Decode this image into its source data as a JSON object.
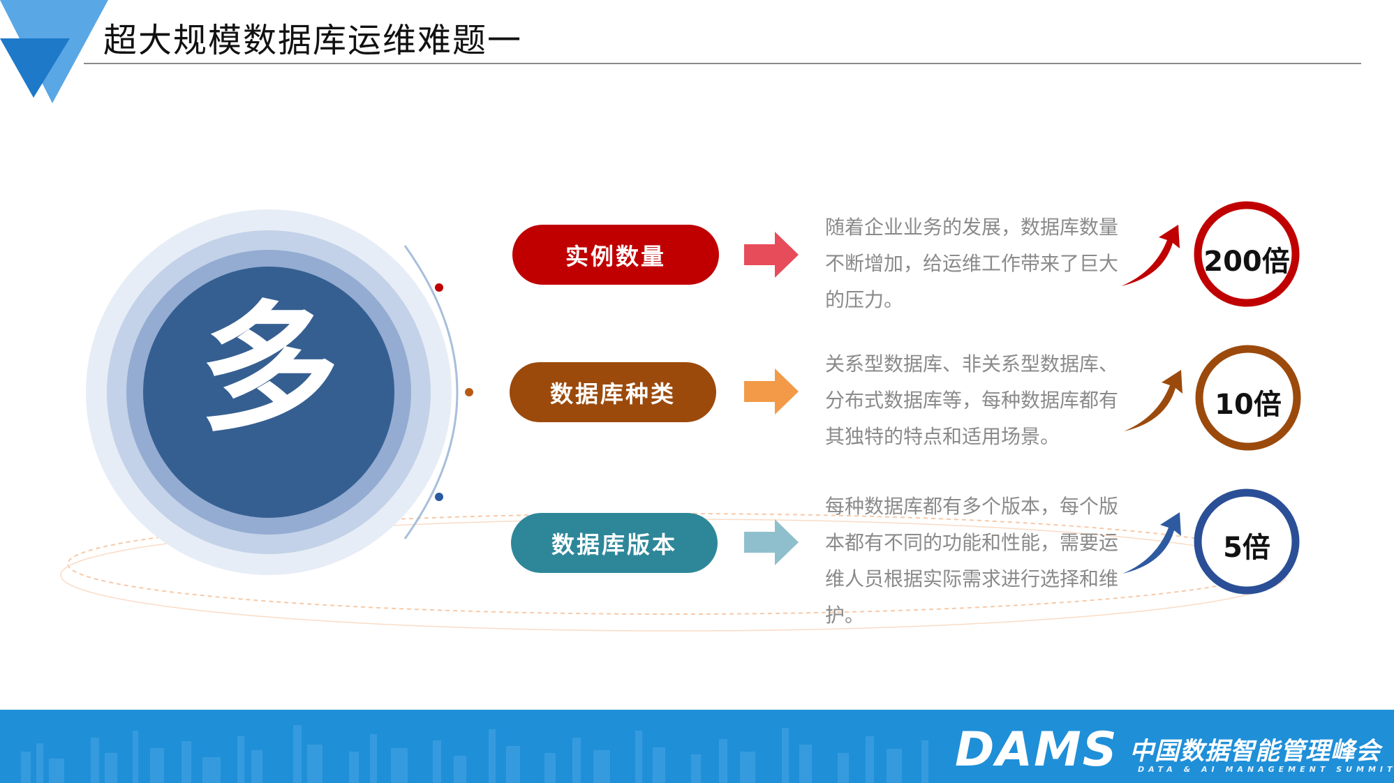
{
  "title": "超大规模数据库运维难题一",
  "center": {
    "char": "多"
  },
  "rows": [
    {
      "label": "实例数量",
      "description": "随着企业业务的发展，数据库数量不断增加，给运维工作带来了巨大的压力。",
      "badge": "200倍",
      "color": "#c00000",
      "arrow_color": "#e74c5a"
    },
    {
      "label": "数据库种类",
      "description": "关系型数据库、非关系型数据库、分布式数据库等，每种数据库都有其独特的特点和适用场景。",
      "badge": "10倍",
      "color": "#9b4a0c",
      "arrow_color": "#f29a48"
    },
    {
      "label": "数据库版本",
      "description": "每种数据库都有多个版本，每个版本都有不同的功能和性能，需要运维人员根据实际需求进行选择和维护。",
      "badge": "5倍",
      "color": "#2e8799",
      "arrow_color": "#8fbfcc"
    }
  ],
  "footer": {
    "brand": "DAMS",
    "name_cn": "中国数据智能管理峰会",
    "name_en": "DATA & AI MANAGEMENT SUMMIT"
  }
}
